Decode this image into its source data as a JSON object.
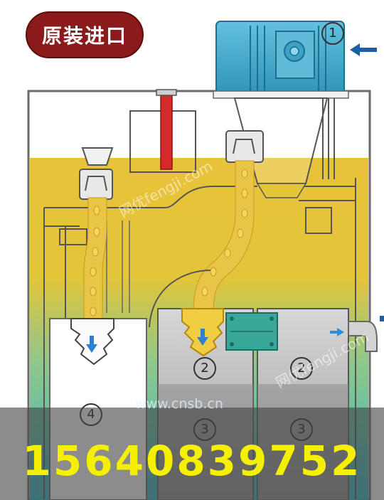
{
  "badge": {
    "text": "原装进口"
  },
  "labels": {
    "n1": "1",
    "n2a": "2",
    "n2b": "2",
    "n3a": "3",
    "n3b": "3",
    "n4": "4"
  },
  "phone": {
    "number": "15640839752"
  },
  "watermarks": {
    "site": "www.cnsb.cn",
    "brand_a": "网优fengji.com",
    "brand_b": "网优fengji.com"
  },
  "colors": {
    "badge": "#8b1a1a",
    "motor": "#41a9cc",
    "liquid_yellow": "#e8bd2a",
    "liquid_teal": "#36b7c4",
    "red_rod": "#d42a2a",
    "arrow_blue": "#1a5fa8",
    "phone_text": "#f5f000"
  },
  "icons": [
    "inlet-arrow-icon",
    "outlet-arrow-icon",
    "down-arrow-icon"
  ]
}
